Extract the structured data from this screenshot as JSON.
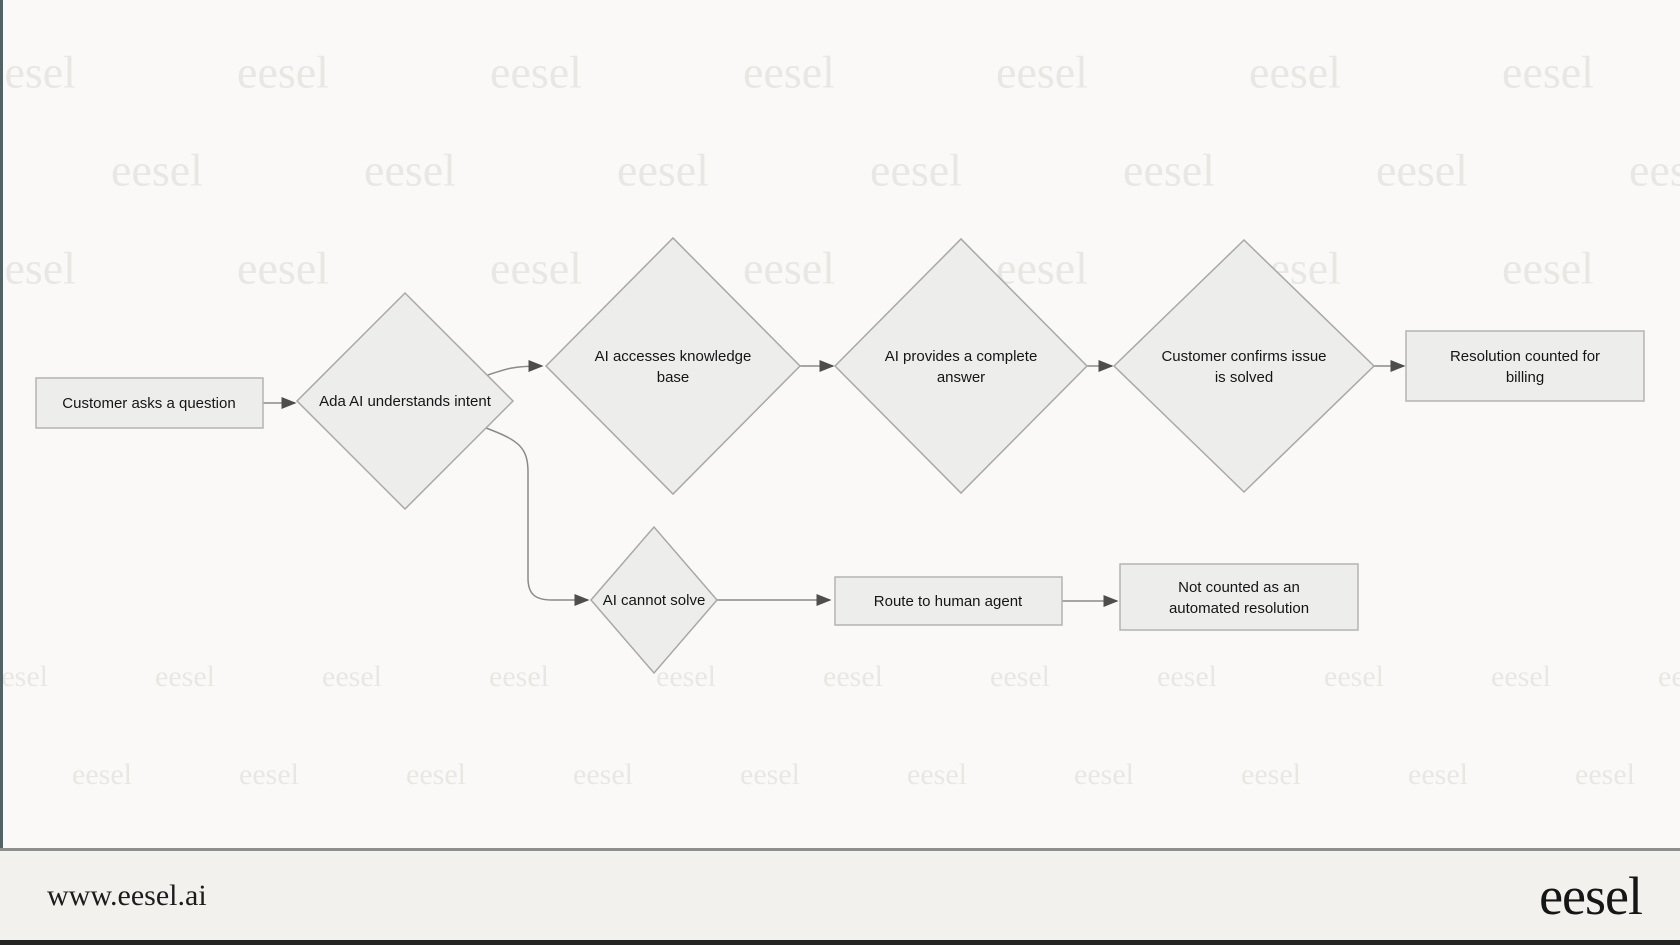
{
  "watermark": {
    "text": "eesel"
  },
  "footer": {
    "url": "www.eesel.ai",
    "logo": "eesel"
  },
  "colors": {
    "background": "#faf9f7",
    "watermark": "#e9e7e3",
    "shape_fill": "#ededec",
    "shape_border": "#a8a8a8",
    "connector": "#8a8a8a",
    "arrowhead": "#4d4d4d",
    "node_text": "#151515",
    "footer_background": "#f2f1ee",
    "divider": "#8e8e8e"
  },
  "nodes": {
    "customer_question": {
      "label": "Customer asks a question",
      "shape": "rectangle"
    },
    "ada_intent": {
      "label": "Ada AI understands intent",
      "shape": "diamond"
    },
    "knowledge": {
      "line1": "AI accesses knowledge",
      "line2": "base",
      "shape": "diamond"
    },
    "complete_answer": {
      "line1": "AI provides a complete",
      "line2": "answer",
      "shape": "diamond"
    },
    "confirm_solved": {
      "line1": "Customer confirms issue",
      "line2": "is solved",
      "shape": "diamond"
    },
    "billing": {
      "line1": "Resolution counted for",
      "line2": "billing",
      "shape": "rectangle"
    },
    "cannot_solve": {
      "label": "AI cannot solve",
      "shape": "diamond"
    },
    "route_human": {
      "label": "Route to human agent",
      "shape": "rectangle"
    },
    "not_counted": {
      "line1": "Not counted as an",
      "line2": "automated resolution",
      "shape": "rectangle"
    }
  },
  "edges": [
    {
      "from": "Customer asks a question",
      "to": "Ada AI understands intent"
    },
    {
      "from": "Ada AI understands intent",
      "to": "AI accesses knowledge base"
    },
    {
      "from": "AI accesses knowledge base",
      "to": "AI provides a complete answer"
    },
    {
      "from": "AI provides a complete answer",
      "to": "Customer confirms issue is solved"
    },
    {
      "from": "Customer confirms issue is solved",
      "to": "Resolution counted for billing"
    },
    {
      "from": "Ada AI understands intent",
      "to": "AI cannot solve"
    },
    {
      "from": "AI cannot solve",
      "to": "Route to human agent"
    },
    {
      "from": "Route to human agent",
      "to": "Not counted as an automated resolution"
    }
  ]
}
